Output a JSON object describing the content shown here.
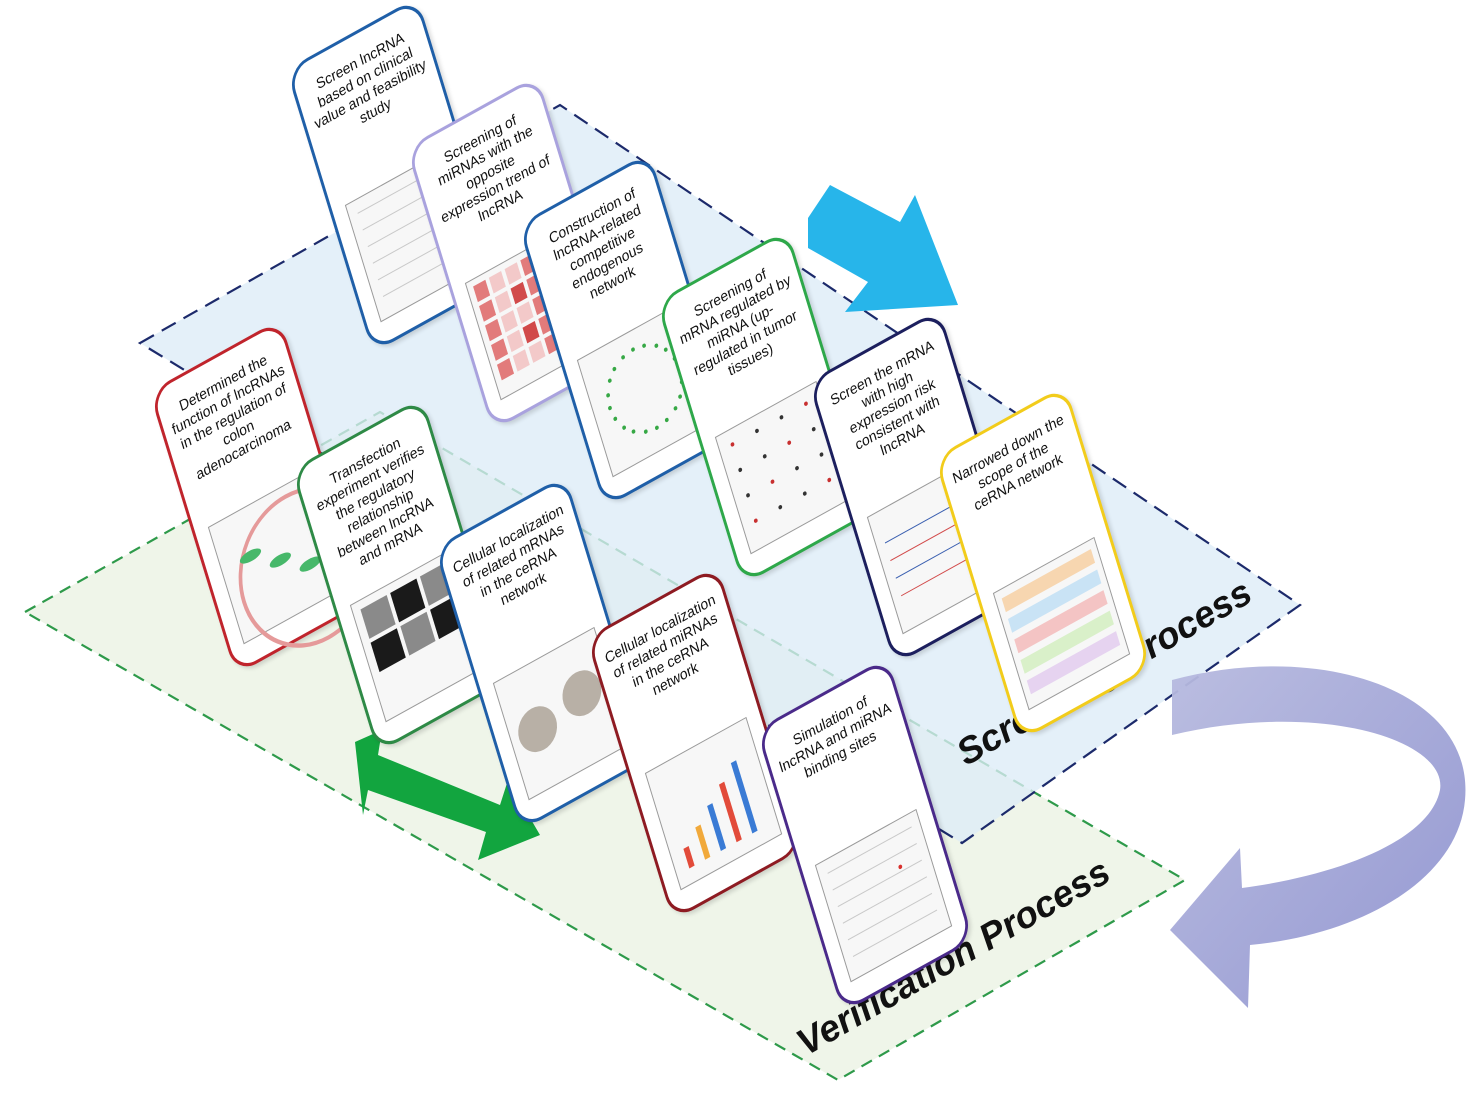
{
  "diagram": {
    "screening_label": "Screening Process",
    "verification_label": "Verification Process",
    "colors": {
      "screening_plane": "#dcecf7",
      "verification_plane": "#e9f2e2",
      "screening_border": "#1c2a6b",
      "verification_border": "#2e9a4a",
      "blue_arrow": "#27b5ea",
      "green_arrow": "#12a53f",
      "cycle_arrow": "#9fa3d7"
    },
    "cards": [
      {
        "id": "screen-lncrna",
        "text": "Screen lncRNA based on clinical value and feasibility study",
        "border": "#1f5fa8",
        "thumb": "plots"
      },
      {
        "id": "screening-mirnas",
        "text": "Screening of miRNAs with the opposite expression trend of lncRNA",
        "border": "#a9a2de",
        "thumb": "heatmap"
      },
      {
        "id": "construction-cerna",
        "text": "Construction of lncRNA-related competitive endogenous network",
        "border": "#1f5fa8",
        "thumb": "network"
      },
      {
        "id": "screening-mrna",
        "text": "Screening of mRNA regulated by miRNA (up-regulated in tumor tissues)",
        "border": "#2ea84a",
        "thumb": "dots"
      },
      {
        "id": "screen-mrna-risk",
        "text": "Screen the mRNA with high expression risk consistent with lncRNA",
        "border": "#1c1f5e",
        "thumb": "survival"
      },
      {
        "id": "narrowed-scope",
        "text": "Narrowed down the scope of the ceRNA network",
        "border": "#f2cc1b",
        "thumb": "sankey"
      },
      {
        "id": "determined-function",
        "text": "Determined the function of lncRNAs in the regulation of colon adenocarcinoma",
        "border": "#c0242c",
        "thumb": "cell"
      },
      {
        "id": "transfection-experiment",
        "text": "Transfection experiment verifies the regulatory relationship between lncRNA and mRNA",
        "border": "#2e8a46",
        "thumb": "micro"
      },
      {
        "id": "cellular-localization-mrnas",
        "text": "Cellular localization of related mRNAs in the ceRNA network",
        "border": "#1f5fa8",
        "thumb": "ihc"
      },
      {
        "id": "cellular-localization-mirnas",
        "text": "Cellular localization of related miRNAs in the ceRNA network",
        "border": "#8e1b22",
        "thumb": "bars"
      },
      {
        "id": "simulation-binding",
        "text": "Simulation of lncRNA and miRNA binding sites",
        "border": "#4a2a8a",
        "thumb": "lines"
      }
    ]
  }
}
